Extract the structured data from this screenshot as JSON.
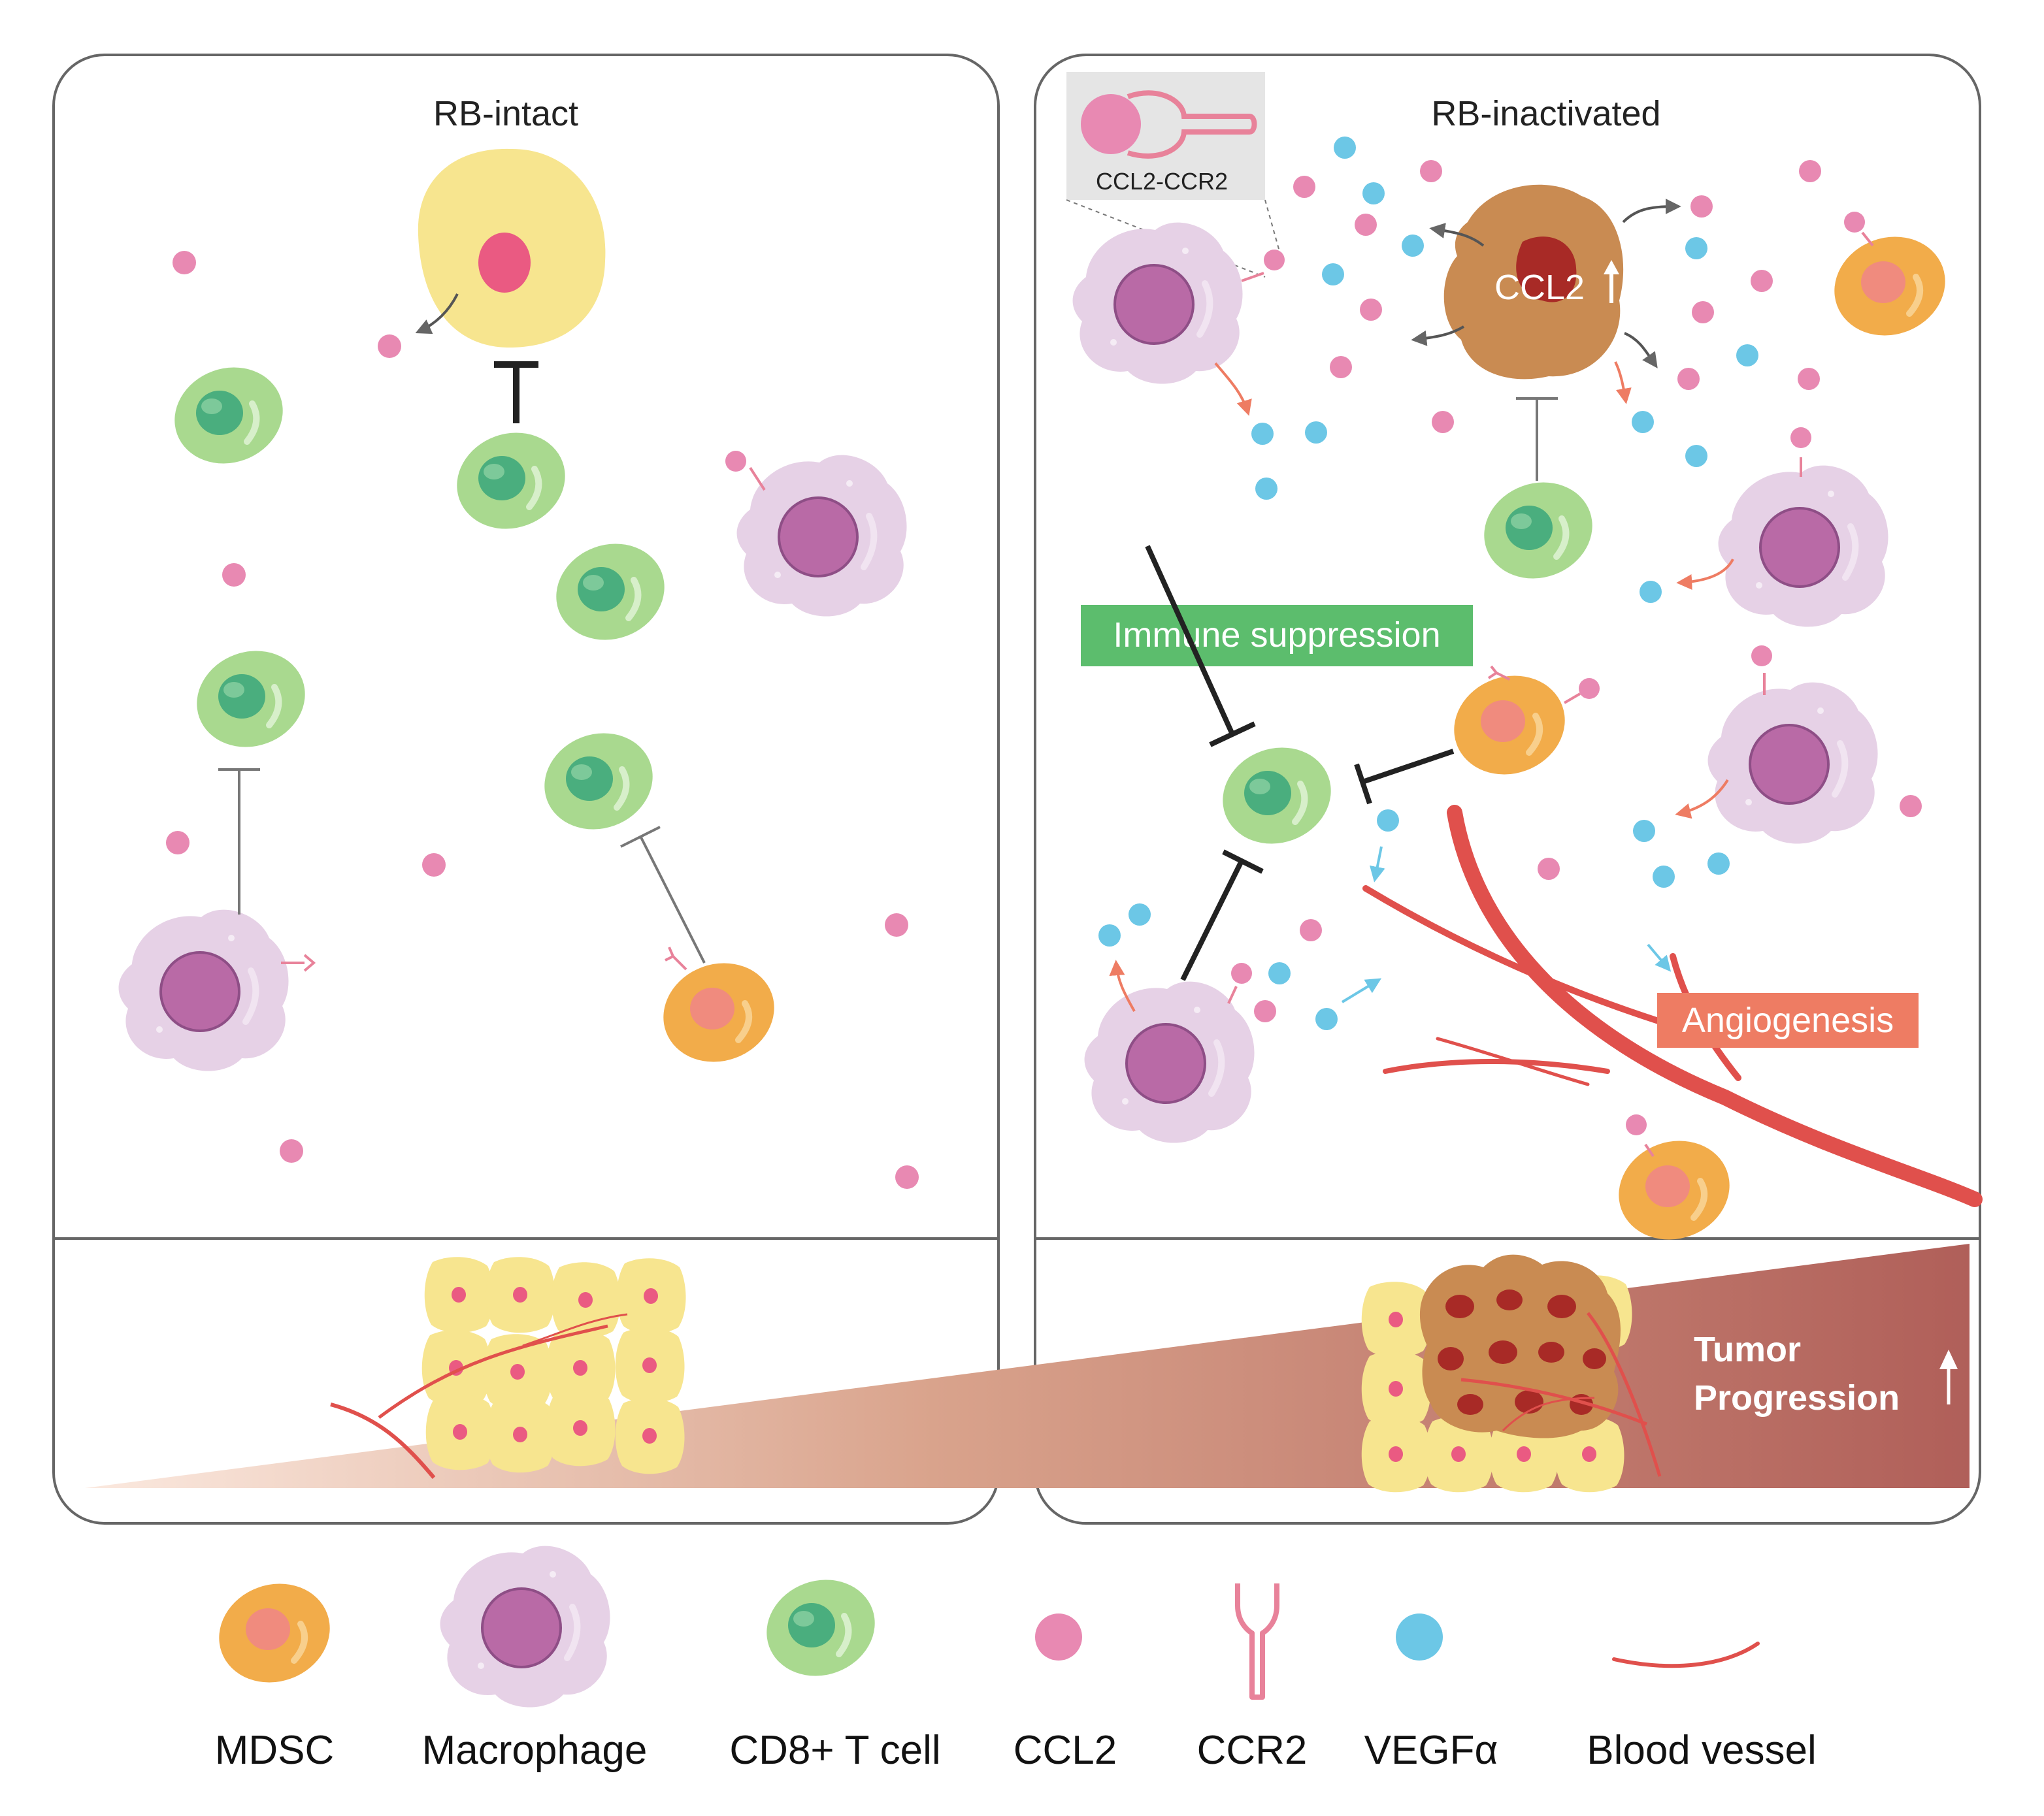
{
  "panels": {
    "left": {
      "title": "RB-intact"
    },
    "right": {
      "title": "RB-inactivated",
      "inset_label": "CCL2-CCR2",
      "center_label": "CCL2",
      "immune_label": "Immune suppression",
      "angio_label": "Angiogenesis"
    }
  },
  "progression": {
    "line1": "Tumor",
    "line2": "Progression"
  },
  "legend": {
    "mdsc": "MDSC",
    "macrophage": "Macrophage",
    "tcell": "CD8+ T cell",
    "ccl2": "CCL2",
    "ccr2": "CCR2",
    "vegf": "VEGFα",
    "vessel": "Blood vessel"
  },
  "colors": {
    "ccl2": "#e889b2",
    "vegf": "#6cc7e6",
    "tcell": "#a9d98f",
    "tcell_nucleus": "#4aae7e",
    "mdsc": "#f2ac4a",
    "mdsc_nucleus": "#f08b7e",
    "macrophage": "#e6d1e6",
    "macrophage_nucleus": "#b96aa6",
    "tumor_cell": "#c98b52",
    "tumor_nucleus": "#a82a26",
    "normal_cell": "#f7e58f",
    "vessel": "#e0504c",
    "immune_box": "#5cbd6d",
    "angio_box": "#ee7c63",
    "gradient_end": "#b05f59"
  }
}
